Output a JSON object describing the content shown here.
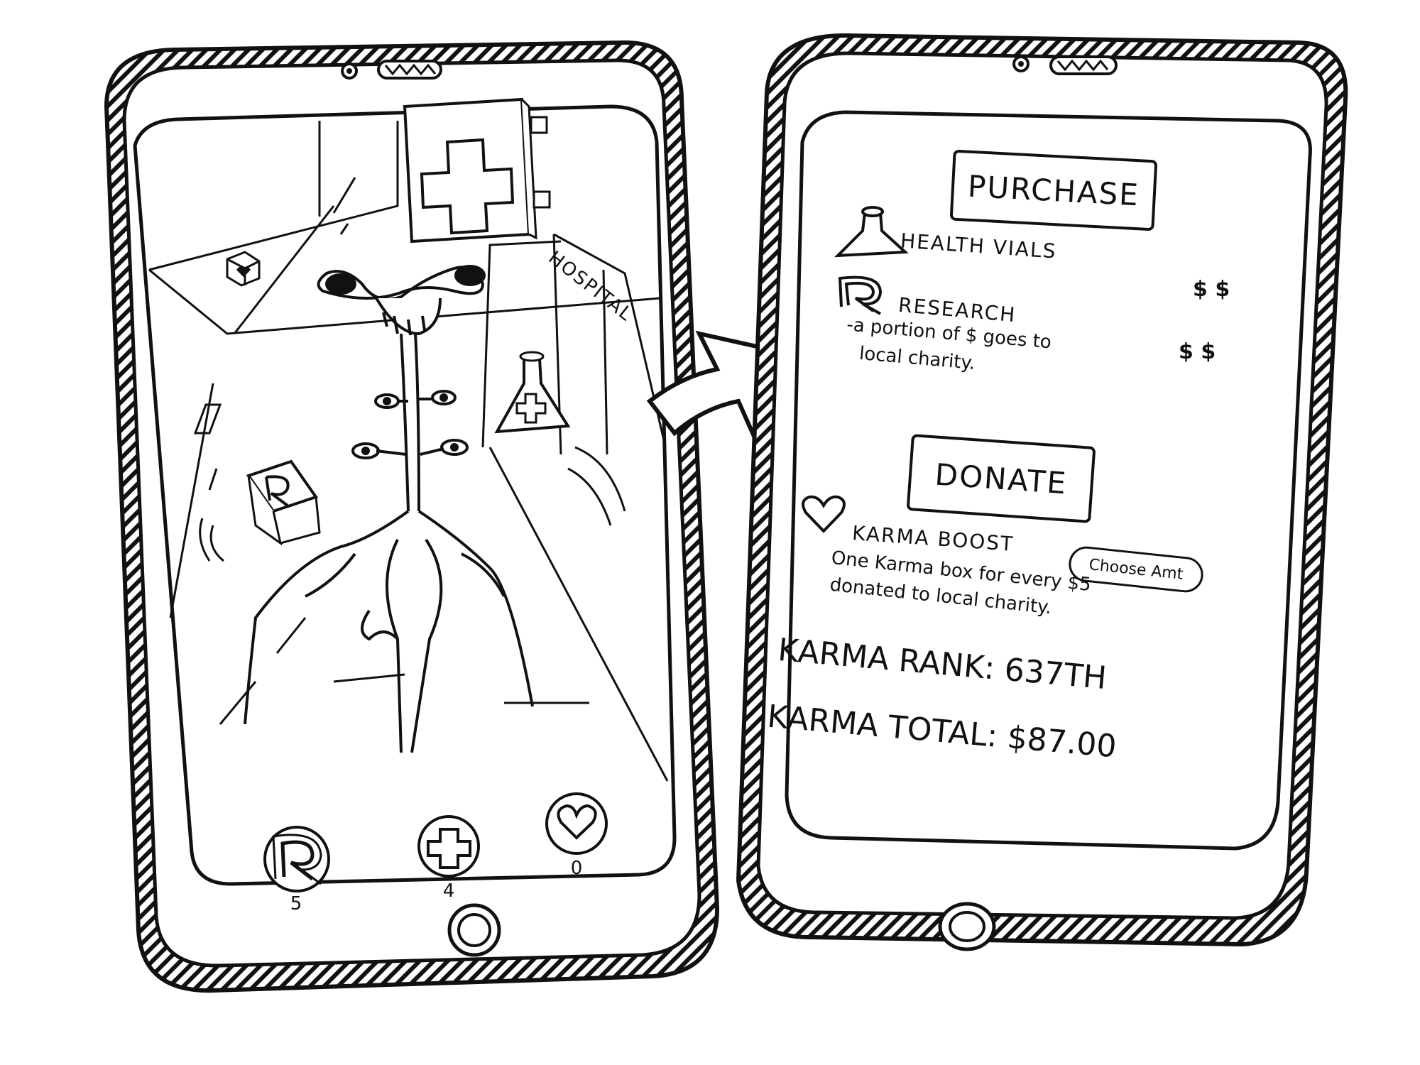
{
  "game_screen": {
    "sign_text": "HOSPITAL",
    "inventory": [
      {
        "icon": "research-r-icon",
        "count": "5"
      },
      {
        "icon": "health-cross-icon",
        "count": "4"
      },
      {
        "icon": "heart-icon",
        "count": "0"
      }
    ]
  },
  "store_screen": {
    "purchase_label": "PURCHASE",
    "items": [
      {
        "icon": "flask-icon",
        "name": "HEALTH VIALS",
        "price": "$ $"
      },
      {
        "icon": "research-r-icon",
        "name": "RESEARCH",
        "note_line1": "-a portion of $ goes to",
        "note_line2": "local charity.",
        "price": "$ $"
      }
    ],
    "donate_label": "DONATE",
    "karma_boost": {
      "icon": "heart-outline-icon",
      "name": "KARMA BOOST",
      "choose_label": "Choose Amt",
      "desc_line1": "One Karma box for every $5",
      "desc_line2": "donated to local charity."
    },
    "karma_rank": "KARMA RANK: 637TH",
    "karma_total": "KARMA TOTAL: $87.00"
  },
  "colors": {
    "ink": "#111111",
    "paper": "#ffffff"
  }
}
